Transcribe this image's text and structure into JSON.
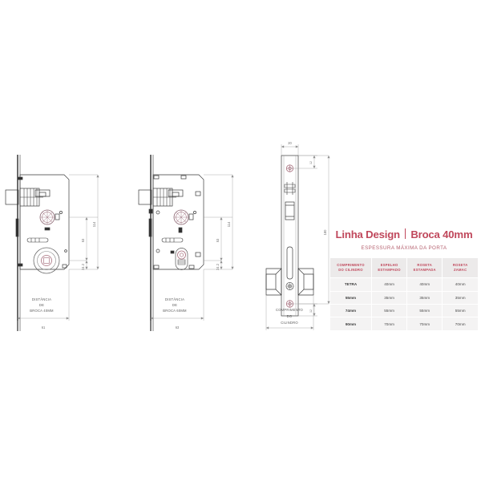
{
  "document": {
    "kind": "technical-drawing",
    "subject": "mortise door lock",
    "background_color": "#ffffff"
  },
  "info_panel": {
    "title_part1": "Linha Design",
    "title_separator": "|",
    "title_part2": "Broca 40mm",
    "subtitle": "ESPESSURA MÁXIMA DA PORTA",
    "accent_color": "#c0485c",
    "table": {
      "header_bg": "#eceaea",
      "body_bg": "#f4f3f3",
      "columns": [
        "COMPRIMENTO\nDO CILINDRO",
        "ESPELHO\nESTAMPADO",
        "ROSETA\nESTAMPADA",
        "ROSETA\nZAMAC"
      ],
      "columns_lines": [
        [
          "COMPRIMENTO",
          "DO CILINDRO"
        ],
        [
          "ESPELHO",
          "ESTAMPADO"
        ],
        [
          "ROSETA",
          "ESTAMPADA"
        ],
        [
          "ROSETA",
          "ZAMAC"
        ]
      ],
      "rows": [
        [
          "TETRA",
          "40mm",
          "40mm",
          "40mm"
        ],
        [
          "55mm",
          "35mm",
          "35mm",
          "35mm"
        ],
        [
          "74mm",
          "55mm",
          "55mm",
          "55mm"
        ],
        [
          "90mm",
          "70mm",
          "70mm",
          "70mm"
        ]
      ]
    }
  },
  "drawings": [
    {
      "id": "view-left",
      "name": "lock-body-broca-40",
      "caption_lines": [
        "DISTÂNCIA",
        "DE",
        "BROCA 40MM"
      ],
      "dimensions": {
        "total_height": "114",
        "upper": "53",
        "lower": "24.2",
        "width": "61"
      }
    },
    {
      "id": "view-middle",
      "name": "lock-body-broca-60",
      "caption_lines": [
        "DISTÂNCIA",
        "DE",
        "BROCA 60MM"
      ],
      "dimensions": {
        "total_height": "114",
        "upper": "53",
        "lower": "24.2",
        "width": "63"
      }
    },
    {
      "id": "view-right",
      "name": "faceplate-front-view",
      "caption_lines": [
        "COMPRIMENTO",
        "DO",
        "CILINDRO"
      ],
      "dimensions": {
        "plate_width": "20",
        "plate_height": "180",
        "top_offset": "12",
        "bottom_offset": "12"
      }
    }
  ]
}
